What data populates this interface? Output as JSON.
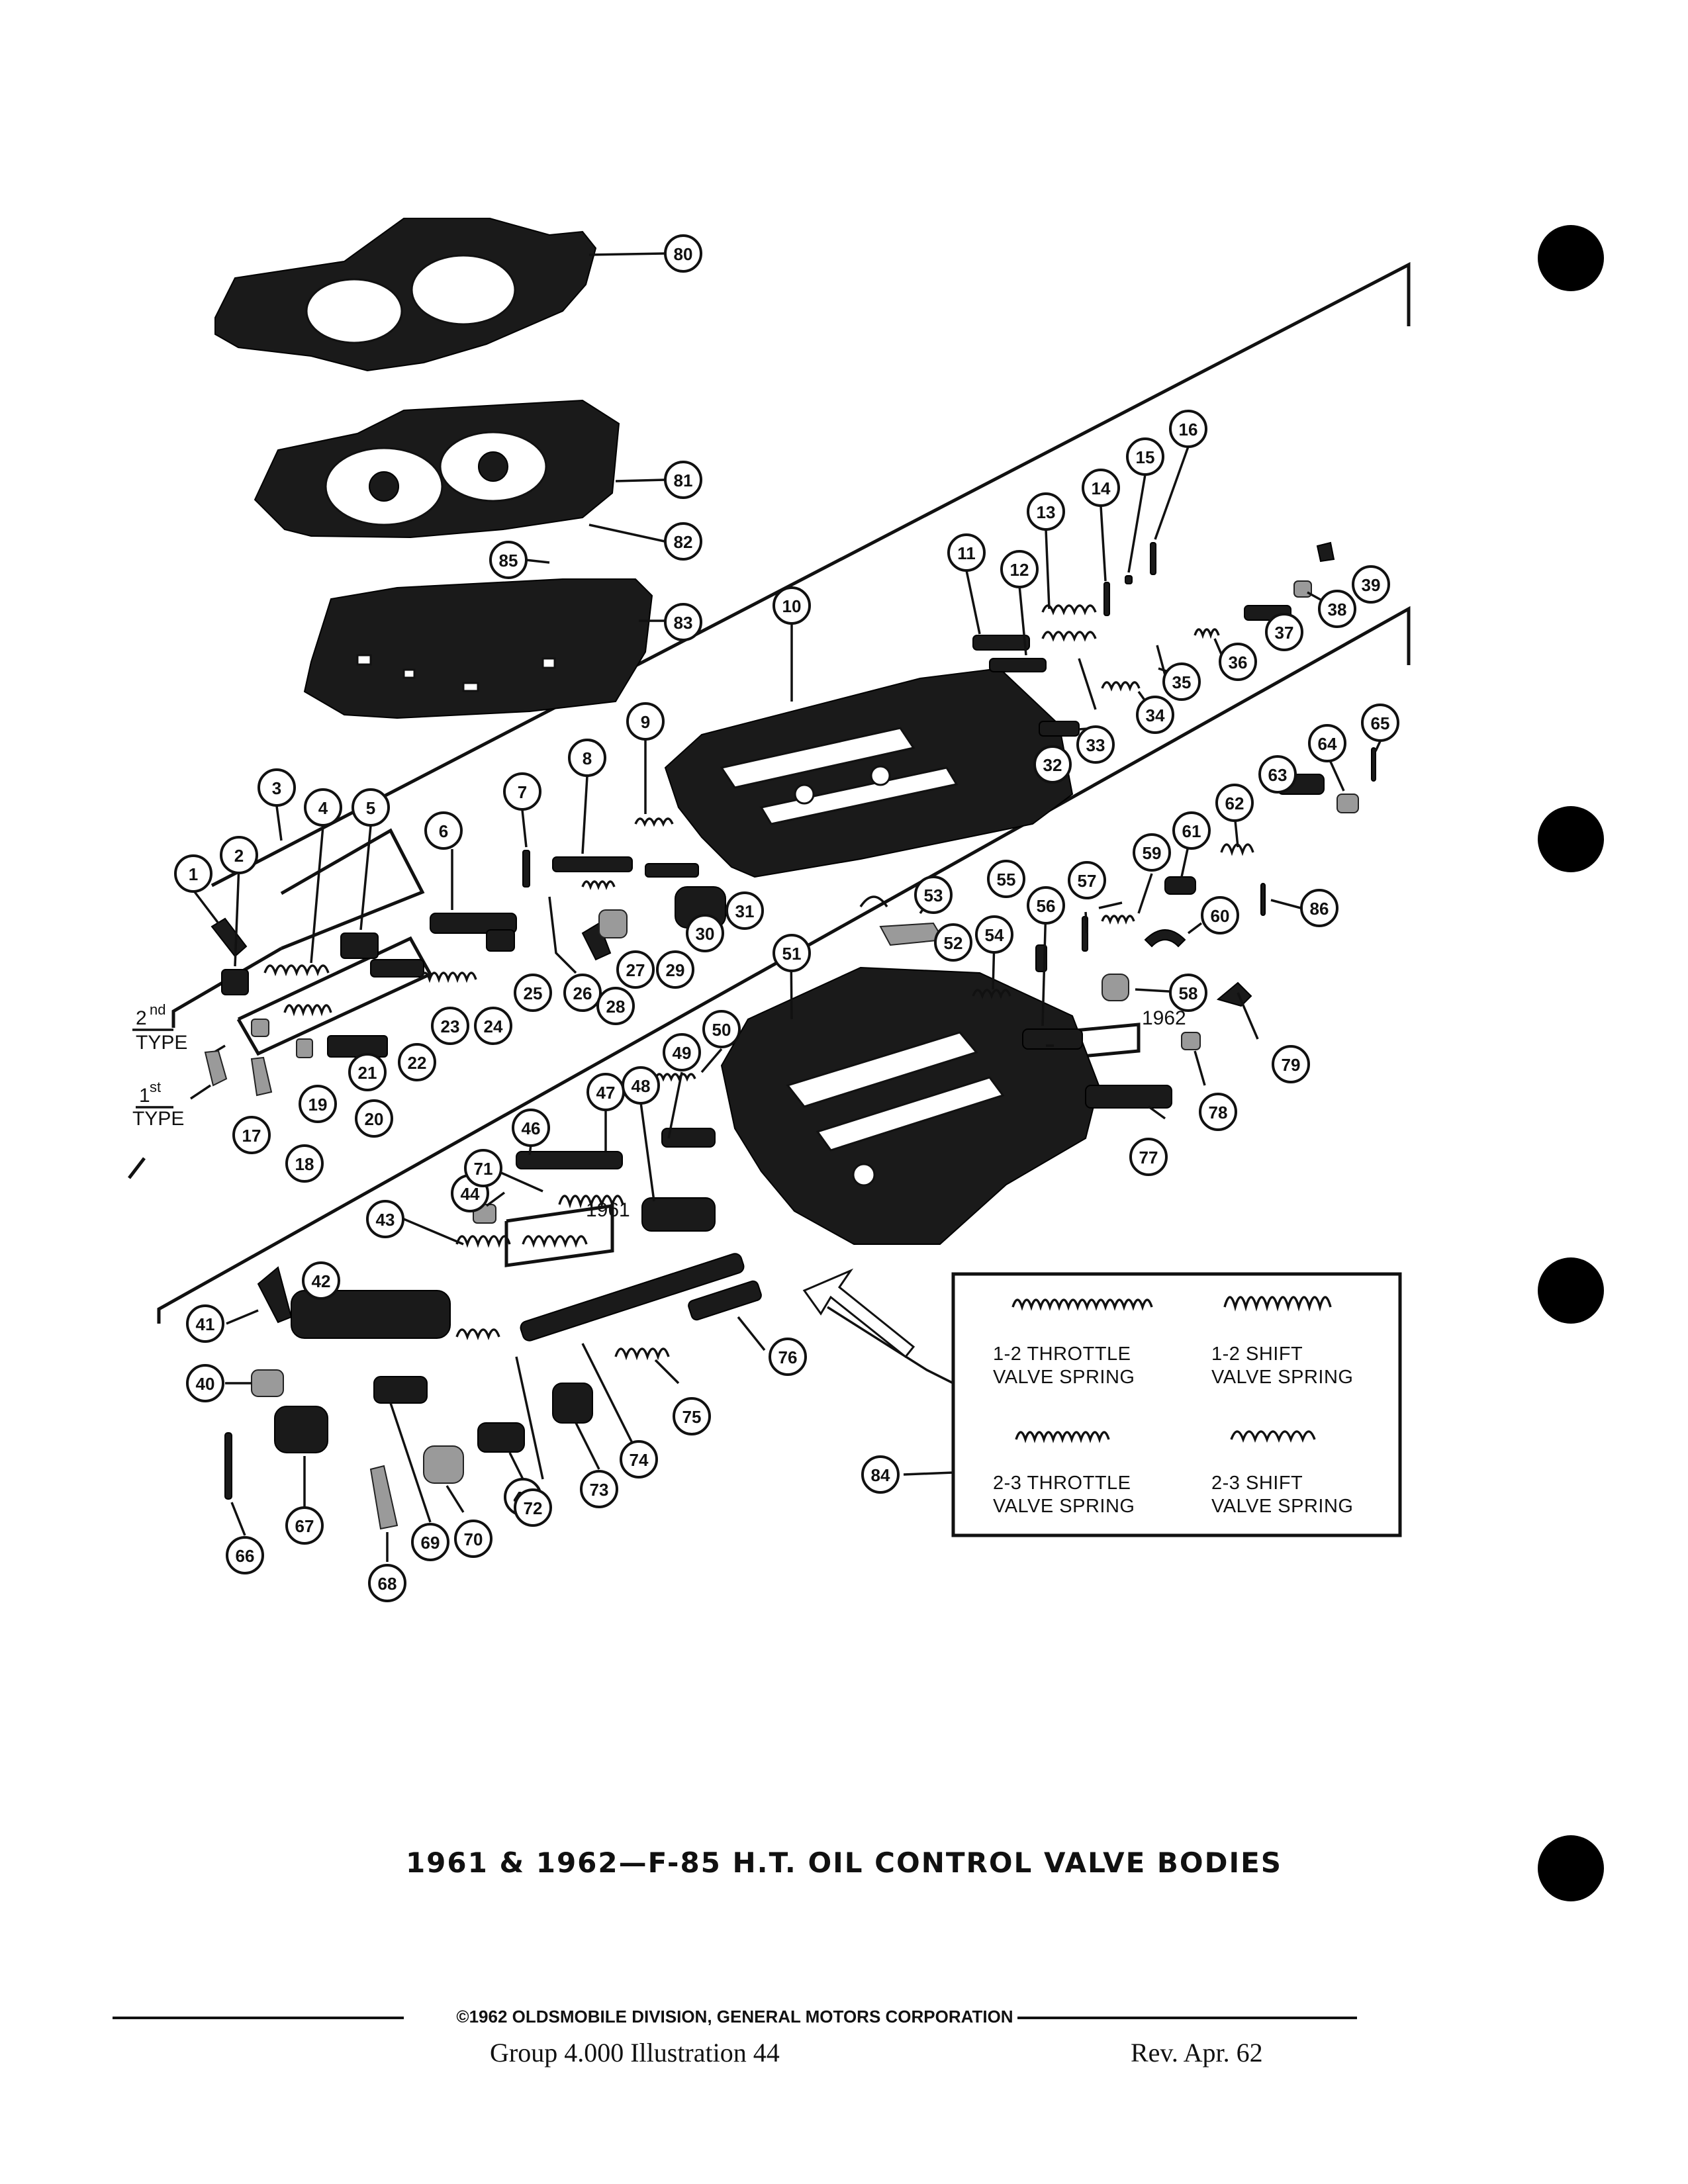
{
  "diagram": {
    "labels": {
      "year_1962_a": "1962",
      "year_1961": "1961",
      "type_2nd_num": "2",
      "type_2nd_sup": "nd",
      "type_2nd_word": "TYPE",
      "type_1st_num": "1",
      "type_1st_sup": "st",
      "type_1st_word": "TYPE"
    },
    "legend": {
      "items": [
        {
          "line1": "1-2 THROTTLE",
          "line2": "VALVE SPRING"
        },
        {
          "line1": "1-2 SHIFT",
          "line2": "VALVE SPRING"
        },
        {
          "line1": "2-3 THROTTLE",
          "line2": "VALVE SPRING"
        },
        {
          "line1": "2-3 SHIFT",
          "line2": "VALVE SPRING"
        }
      ]
    },
    "callouts": [
      "1",
      "2",
      "3",
      "4",
      "5",
      "6",
      "7",
      "8",
      "9",
      "10",
      "11",
      "12",
      "13",
      "14",
      "15",
      "16",
      "17",
      "18",
      "19",
      "20",
      "21",
      "22",
      "23",
      "24",
      "25",
      "26",
      "27",
      "28",
      "29",
      "30",
      "31",
      "32",
      "33",
      "34",
      "35",
      "36",
      "37",
      "38",
      "39",
      "40",
      "41",
      "42",
      "43",
      "44",
      "45",
      "46",
      "47",
      "48",
      "49",
      "50",
      "51",
      "52",
      "53",
      "54",
      "55",
      "56",
      "57",
      "58",
      "59",
      "60",
      "61",
      "62",
      "63",
      "64",
      "65",
      "66",
      "67",
      "68",
      "69",
      "70",
      "71",
      "72",
      "73",
      "74",
      "75",
      "76",
      "77",
      "78",
      "79",
      "80",
      "81",
      "82",
      "83",
      "84",
      "85",
      "86"
    ]
  },
  "caption": "1961 & 1962—F-85 H.T. OIL CONTROL VALVE BODIES",
  "copyright": "©1962 OLDSMOBILE DIVISION, GENERAL MOTORS CORPORATION",
  "footer": {
    "group": "Group  4.000  Illustration 44",
    "revision": "Rev. Apr.  62"
  }
}
